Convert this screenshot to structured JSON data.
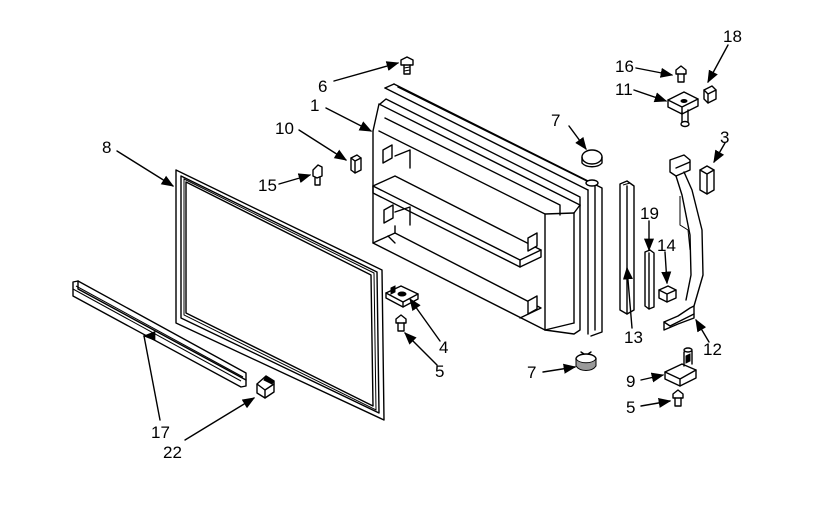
{
  "callouts": {
    "1": "1",
    "3": "3",
    "4": "4",
    "5": "5",
    "6": "6",
    "7": "7",
    "8": "8",
    "9": "9",
    "10": "10",
    "11": "11",
    "12": "12",
    "13": "13",
    "14": "14",
    "15": "15",
    "16": "16",
    "17": "17",
    "18": "18",
    "19": "19",
    "22": "22"
  },
  "colors": {
    "line": "#000000",
    "background": "#ffffff"
  }
}
